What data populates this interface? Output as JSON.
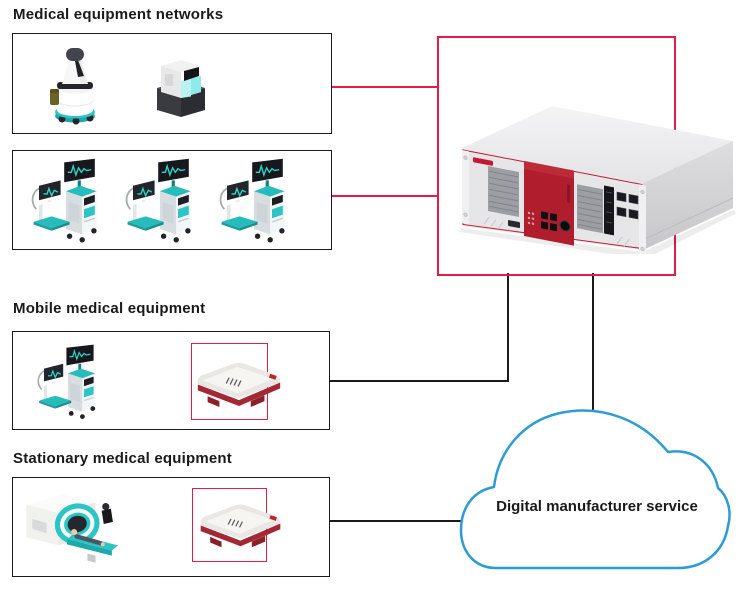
{
  "titles": {
    "networks": "Medical equipment networks",
    "mobile": "Mobile medical equipment",
    "stationary": "Stationary medical equipment"
  },
  "cloud": {
    "label": "Digital manufacturer service"
  },
  "colors": {
    "accent_red": "#e11d48",
    "line_black": "#1a1a1a",
    "cloud_blue": "#2e9bd6",
    "device_teal": "#28bcbc",
    "gateway_red": "#a32834",
    "server_panel_red": "#b01d2c"
  },
  "icons": {
    "networks_group1": [
      "delivery-robot-icon",
      "kiosk-robot-icon"
    ],
    "networks_group2": [
      "medical-cart-icon",
      "medical-cart-icon",
      "medical-cart-icon"
    ],
    "mobile": [
      "medical-cart-icon",
      "iot-gateway-icon"
    ],
    "stationary": [
      "mri-scanner-icon",
      "iot-gateway-icon"
    ],
    "hub": "rack-server-icon",
    "cloud": "cloud-outline-icon"
  }
}
